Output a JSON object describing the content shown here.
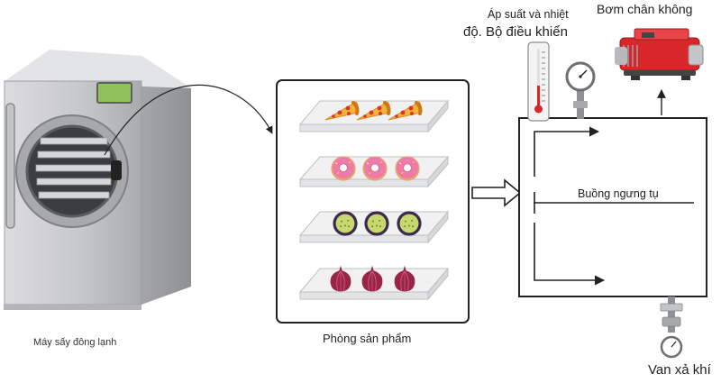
{
  "labels": {
    "freeze_dryer": "Máy sấy đông lạnh",
    "product_chamber": "Phòng sản phẩm",
    "condenser_chamber": "Buồng ngưng tụ",
    "pressure_temp_line1": "Áp suất và nhiệt",
    "pressure_temp_line2": "độ. Bộ điều khiển",
    "vacuum_pump": "Bơm chân không",
    "vent_valve": "Van xả khí"
  },
  "shelves": [
    {
      "food": "pizza-slice",
      "count": 3
    },
    {
      "food": "donut",
      "count": 3
    },
    {
      "food": "eggplant-slice",
      "count": 3
    },
    {
      "food": "red-onion",
      "count": 3
    }
  ],
  "colors": {
    "dryer_body": "#c9cacc",
    "dryer_screen": "#8fc35a",
    "pump_red": "#d9262b",
    "onion": "#9a2445",
    "donut_icing": "#f07aa5",
    "pizza": "#f6b33a",
    "eggplant": "#3d2a4f"
  }
}
